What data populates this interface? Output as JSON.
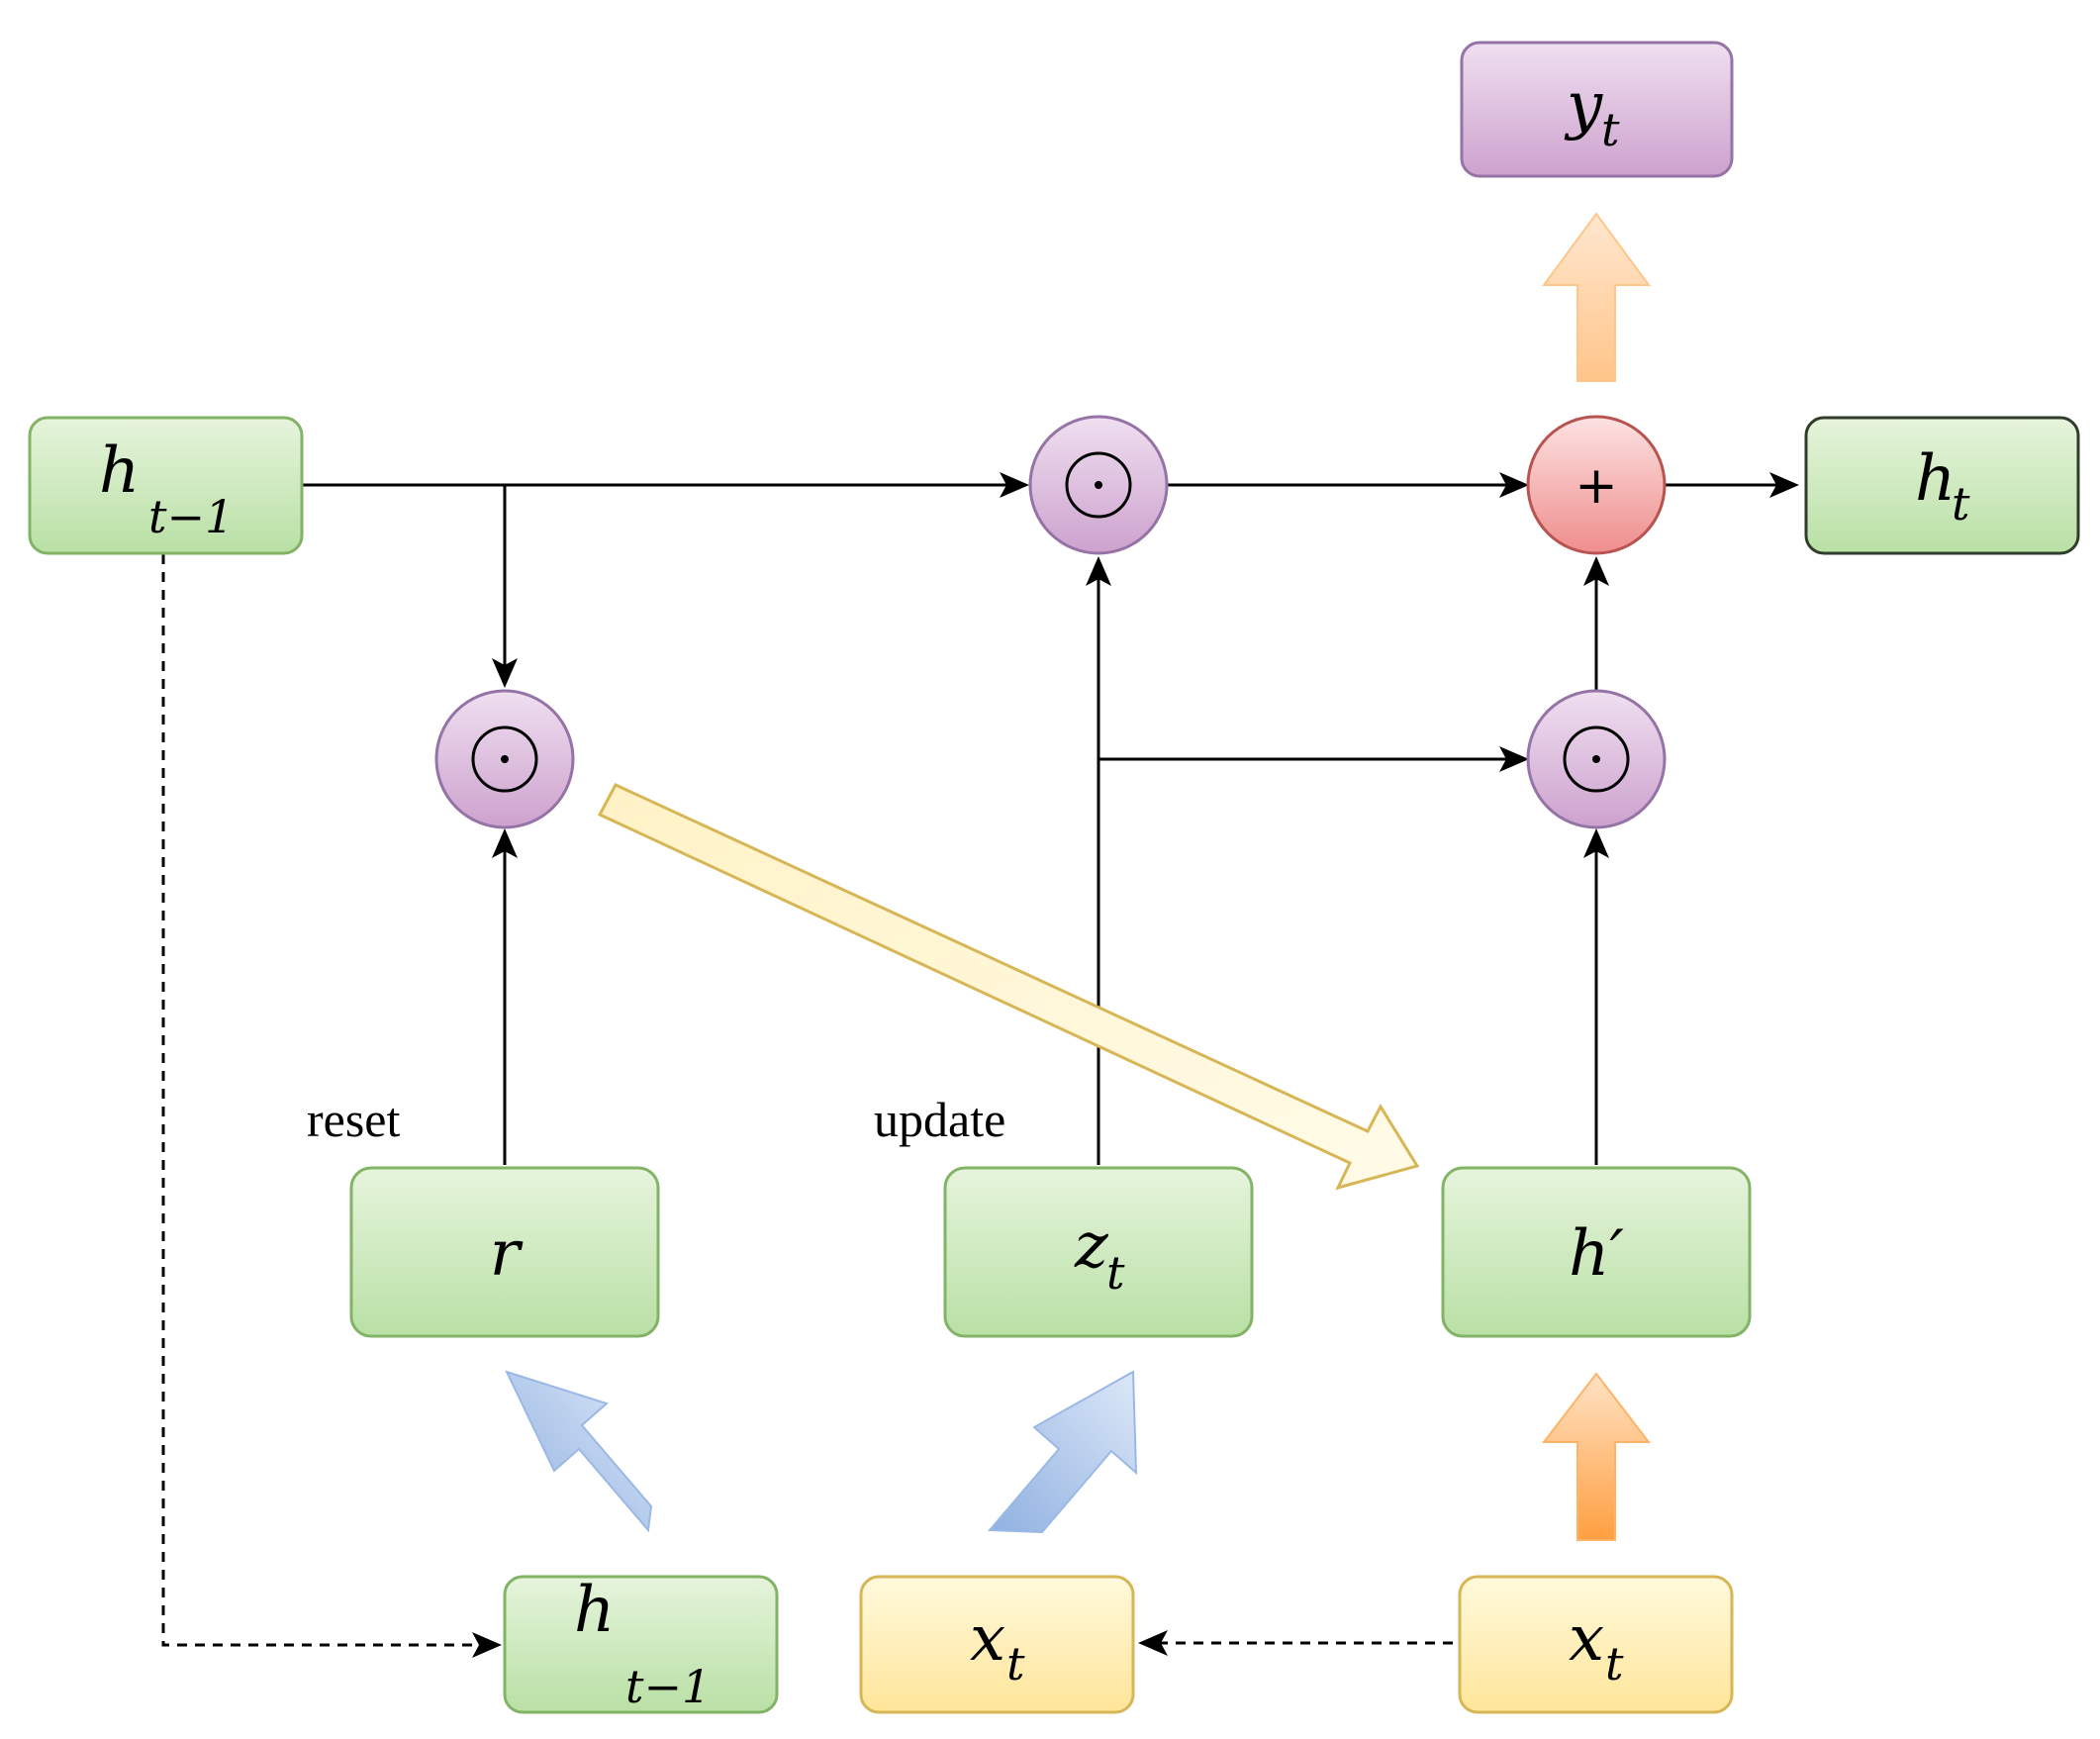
{
  "nodes": {
    "h_prev_top": {
      "main": "h",
      "sub": "t−1"
    },
    "h_prev_bottom": {
      "main": "h",
      "sub": "t−1"
    },
    "r": {
      "main": "r"
    },
    "z": {
      "main": "z",
      "sub": "t"
    },
    "h_candidate": {
      "main": "h′"
    },
    "h_t": {
      "main": "h",
      "sub": "t"
    },
    "y_t": {
      "main": "y",
      "sub": "t"
    },
    "x_t_left": {
      "main": "x",
      "sub": "t"
    },
    "x_t_right": {
      "main": "x",
      "sub": "t"
    }
  },
  "operators": {
    "mult_top": "⊙",
    "mult_left": "⊙",
    "mult_right": "⊙",
    "add": "+"
  },
  "captions": {
    "reset": "reset",
    "update": "update"
  },
  "colors": {
    "green_fill_top": "#e6f4dc",
    "green_fill_bottom": "#b9e0a5",
    "green_stroke": "#82b366",
    "yellow_fill_top": "#fff9dc",
    "yellow_fill_bottom": "#ffe599",
    "yellow_stroke": "#d6b656",
    "purple_fill_top": "#efdff0",
    "purple_fill_bottom": "#cda2ce",
    "purple_stroke": "#9673a6",
    "red_fill_top": "#fde2e2",
    "red_fill_bottom": "#ef8d8d",
    "red_stroke": "#b85450",
    "orange_arrow": "#ffb366",
    "blue_arrow": "#a9c4eb",
    "line": "#000000"
  }
}
